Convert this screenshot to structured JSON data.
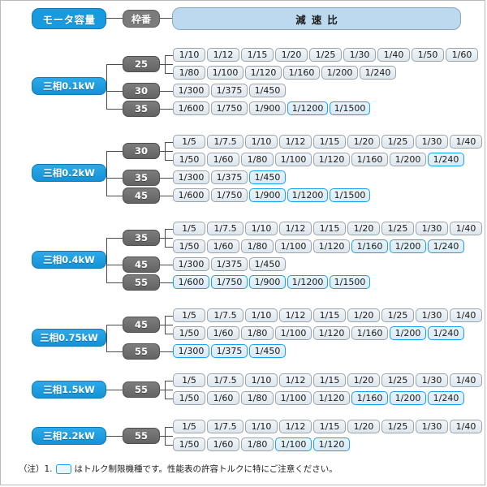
{
  "header": {
    "motor_capacity_label": "モータ容量",
    "frame_number_label": "枠番",
    "ratio_label": "減速比"
  },
  "colors": {
    "motor_pill": "#1f9fe3",
    "frame_pill": "#6e6e6e",
    "ratio_header": "#bcd9ef",
    "highlight_border": "#17a2e8",
    "chip_bg": "#e8eef3"
  },
  "footnote": {
    "prefix": "（注）1.",
    "text": "はトルク制限機種です。性能表の許容トルクに特にご注意ください。"
  },
  "groups": [
    {
      "motor": "三相0.1kW",
      "frames": [
        {
          "frame": "25",
          "rows": [
            {
              "ratios": [
                {
                  "v": "1/10",
                  "hl": false
                },
                {
                  "v": "1/12",
                  "hl": false
                },
                {
                  "v": "1/15",
                  "hl": false
                },
                {
                  "v": "1/20",
                  "hl": false
                },
                {
                  "v": "1/25",
                  "hl": false
                },
                {
                  "v": "1/30",
                  "hl": false
                },
                {
                  "v": "1/40",
                  "hl": false
                },
                {
                  "v": "1/50",
                  "hl": false
                },
                {
                  "v": "1/60",
                  "hl": false
                }
              ]
            },
            {
              "ratios": [
                {
                  "v": "1/80",
                  "hl": false
                },
                {
                  "v": "1/100",
                  "hl": false
                },
                {
                  "v": "1/120",
                  "hl": false
                },
                {
                  "v": "1/160",
                  "hl": false
                },
                {
                  "v": "1/200",
                  "hl": false
                },
                {
                  "v": "1/240",
                  "hl": false
                }
              ]
            }
          ]
        },
        {
          "frame": "30",
          "rows": [
            {
              "ratios": [
                {
                  "v": "1/300",
                  "hl": false
                },
                {
                  "v": "1/375",
                  "hl": false
                },
                {
                  "v": "1/450",
                  "hl": false
                }
              ]
            }
          ]
        },
        {
          "frame": "35",
          "rows": [
            {
              "ratios": [
                {
                  "v": "1/600",
                  "hl": false
                },
                {
                  "v": "1/750",
                  "hl": false
                },
                {
                  "v": "1/900",
                  "hl": false
                },
                {
                  "v": "1/1200",
                  "hl": true
                },
                {
                  "v": "1/1500",
                  "hl": true
                }
              ]
            }
          ]
        }
      ]
    },
    {
      "motor": "三相0.2kW",
      "frames": [
        {
          "frame": "30",
          "rows": [
            {
              "ratios": [
                {
                  "v": "1/5",
                  "hl": false
                },
                {
                  "v": "1/7.5",
                  "hl": false
                },
                {
                  "v": "1/10",
                  "hl": false
                },
                {
                  "v": "1/12",
                  "hl": false
                },
                {
                  "v": "1/15",
                  "hl": false
                },
                {
                  "v": "1/20",
                  "hl": false
                },
                {
                  "v": "1/25",
                  "hl": false
                },
                {
                  "v": "1/30",
                  "hl": false
                },
                {
                  "v": "1/40",
                  "hl": false
                }
              ]
            },
            {
              "ratios": [
                {
                  "v": "1/50",
                  "hl": false
                },
                {
                  "v": "1/60",
                  "hl": false
                },
                {
                  "v": "1/80",
                  "hl": false
                },
                {
                  "v": "1/100",
                  "hl": false
                },
                {
                  "v": "1/120",
                  "hl": false
                },
                {
                  "v": "1/160",
                  "hl": false
                },
                {
                  "v": "1/200",
                  "hl": false
                },
                {
                  "v": "1/240",
                  "hl": true
                }
              ]
            }
          ]
        },
        {
          "frame": "35",
          "rows": [
            {
              "ratios": [
                {
                  "v": "1/300",
                  "hl": false
                },
                {
                  "v": "1/375",
                  "hl": false
                },
                {
                  "v": "1/450",
                  "hl": true
                }
              ]
            }
          ]
        },
        {
          "frame": "45",
          "rows": [
            {
              "ratios": [
                {
                  "v": "1/600",
                  "hl": false
                },
                {
                  "v": "1/750",
                  "hl": false
                },
                {
                  "v": "1/900",
                  "hl": true
                },
                {
                  "v": "1/1200",
                  "hl": true
                },
                {
                  "v": "1/1500",
                  "hl": true
                }
              ]
            }
          ]
        }
      ]
    },
    {
      "motor": "三相0.4kW",
      "frames": [
        {
          "frame": "35",
          "rows": [
            {
              "ratios": [
                {
                  "v": "1/5",
                  "hl": false
                },
                {
                  "v": "1/7.5",
                  "hl": false
                },
                {
                  "v": "1/10",
                  "hl": false
                },
                {
                  "v": "1/12",
                  "hl": false
                },
                {
                  "v": "1/15",
                  "hl": false
                },
                {
                  "v": "1/20",
                  "hl": false
                },
                {
                  "v": "1/25",
                  "hl": false
                },
                {
                  "v": "1/30",
                  "hl": false
                },
                {
                  "v": "1/40",
                  "hl": false
                }
              ]
            },
            {
              "ratios": [
                {
                  "v": "1/50",
                  "hl": false
                },
                {
                  "v": "1/60",
                  "hl": false
                },
                {
                  "v": "1/80",
                  "hl": false
                },
                {
                  "v": "1/100",
                  "hl": false
                },
                {
                  "v": "1/120",
                  "hl": false
                },
                {
                  "v": "1/160",
                  "hl": true
                },
                {
                  "v": "1/200",
                  "hl": true
                },
                {
                  "v": "1/240",
                  "hl": true
                }
              ]
            }
          ]
        },
        {
          "frame": "45",
          "rows": [
            {
              "ratios": [
                {
                  "v": "1/300",
                  "hl": false
                },
                {
                  "v": "1/375",
                  "hl": false
                },
                {
                  "v": "1/450",
                  "hl": false
                }
              ]
            }
          ]
        },
        {
          "frame": "55",
          "rows": [
            {
              "ratios": [
                {
                  "v": "1/600",
                  "hl": true
                },
                {
                  "v": "1/750",
                  "hl": true
                },
                {
                  "v": "1/900",
                  "hl": true
                },
                {
                  "v": "1/1200",
                  "hl": true
                },
                {
                  "v": "1/1500",
                  "hl": true
                }
              ]
            }
          ]
        }
      ]
    },
    {
      "motor": "三相0.75kW",
      "frames": [
        {
          "frame": "45",
          "rows": [
            {
              "ratios": [
                {
                  "v": "1/5",
                  "hl": false
                },
                {
                  "v": "1/7.5",
                  "hl": false
                },
                {
                  "v": "1/10",
                  "hl": false
                },
                {
                  "v": "1/12",
                  "hl": false
                },
                {
                  "v": "1/15",
                  "hl": false
                },
                {
                  "v": "1/20",
                  "hl": false
                },
                {
                  "v": "1/25",
                  "hl": false
                },
                {
                  "v": "1/30",
                  "hl": false
                },
                {
                  "v": "1/40",
                  "hl": false
                }
              ]
            },
            {
              "ratios": [
                {
                  "v": "1/50",
                  "hl": false
                },
                {
                  "v": "1/60",
                  "hl": false
                },
                {
                  "v": "1/80",
                  "hl": false
                },
                {
                  "v": "1/100",
                  "hl": false
                },
                {
                  "v": "1/120",
                  "hl": false
                },
                {
                  "v": "1/160",
                  "hl": false
                },
                {
                  "v": "1/200",
                  "hl": true
                },
                {
                  "v": "1/240",
                  "hl": true
                }
              ]
            }
          ]
        },
        {
          "frame": "55",
          "rows": [
            {
              "ratios": [
                {
                  "v": "1/300",
                  "hl": true
                },
                {
                  "v": "1/375",
                  "hl": true
                },
                {
                  "v": "1/450",
                  "hl": true
                }
              ]
            }
          ]
        }
      ]
    },
    {
      "motor": "三相1.5kW",
      "frames": [
        {
          "frame": "55",
          "rows": [
            {
              "ratios": [
                {
                  "v": "1/5",
                  "hl": false
                },
                {
                  "v": "1/7.5",
                  "hl": false
                },
                {
                  "v": "1/10",
                  "hl": false
                },
                {
                  "v": "1/12",
                  "hl": false
                },
                {
                  "v": "1/15",
                  "hl": false
                },
                {
                  "v": "1/20",
                  "hl": false
                },
                {
                  "v": "1/25",
                  "hl": false
                },
                {
                  "v": "1/30",
                  "hl": false
                },
                {
                  "v": "1/40",
                  "hl": false
                }
              ]
            },
            {
              "ratios": [
                {
                  "v": "1/50",
                  "hl": false
                },
                {
                  "v": "1/60",
                  "hl": false
                },
                {
                  "v": "1/80",
                  "hl": false
                },
                {
                  "v": "1/100",
                  "hl": false
                },
                {
                  "v": "1/120",
                  "hl": false
                },
                {
                  "v": "1/160",
                  "hl": true
                },
                {
                  "v": "1/200",
                  "hl": true
                },
                {
                  "v": "1/240",
                  "hl": true
                }
              ]
            }
          ]
        }
      ]
    },
    {
      "motor": "三相2.2kW",
      "frames": [
        {
          "frame": "55",
          "rows": [
            {
              "ratios": [
                {
                  "v": "1/5",
                  "hl": false
                },
                {
                  "v": "1/7.5",
                  "hl": false
                },
                {
                  "v": "1/10",
                  "hl": false
                },
                {
                  "v": "1/12",
                  "hl": false
                },
                {
                  "v": "1/15",
                  "hl": false
                },
                {
                  "v": "1/20",
                  "hl": false
                },
                {
                  "v": "1/25",
                  "hl": false
                },
                {
                  "v": "1/30",
                  "hl": false
                },
                {
                  "v": "1/40",
                  "hl": false
                }
              ]
            },
            {
              "ratios": [
                {
                  "v": "1/50",
                  "hl": false
                },
                {
                  "v": "1/60",
                  "hl": false
                },
                {
                  "v": "1/80",
                  "hl": false
                },
                {
                  "v": "1/100",
                  "hl": true
                },
                {
                  "v": "1/120",
                  "hl": true
                }
              ]
            }
          ]
        }
      ]
    }
  ]
}
